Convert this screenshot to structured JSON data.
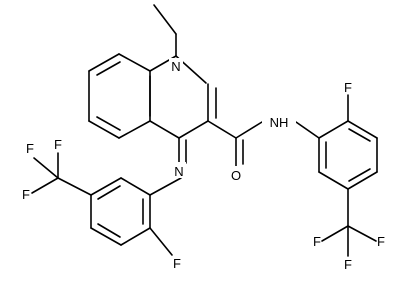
{
  "molecule": {
    "atom_labels": {
      "n1": "N",
      "n_imine": "N",
      "nh": "NH",
      "o": "O",
      "f_top": "F",
      "f_bottom": "F",
      "cf3_left": [
        "F",
        "F",
        "F"
      ],
      "cf3_right": [
        "F",
        "F",
        "F"
      ]
    }
  }
}
